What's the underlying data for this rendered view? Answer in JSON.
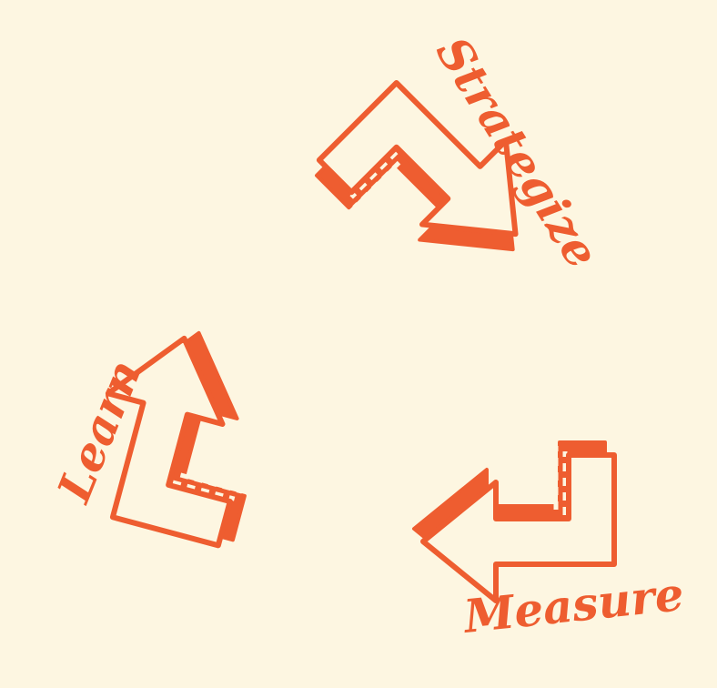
{
  "diagram": {
    "labels": {
      "strategize": "Strategize",
      "measure": "Measure",
      "learn": "Learn"
    },
    "colors": {
      "background": "#fdf6e1",
      "accent": "#ee5d30",
      "arrow_fill": "#fdf6e1"
    },
    "icons": [
      "cycle-arrow-icon"
    ]
  }
}
